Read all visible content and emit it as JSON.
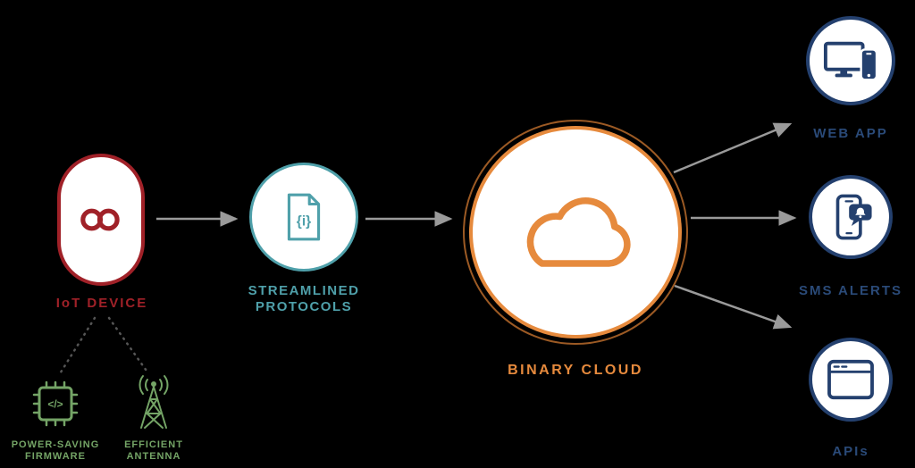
{
  "diagram": {
    "title": "IoT data flow diagram",
    "background": "#000000",
    "colors": {
      "device_red": "#A02128",
      "protocols_teal": "#4FA0AA",
      "cloud_orange": "#E68A3D",
      "cloud_outer_ring": "#9C5A24",
      "endpoint_navy": "#24406E",
      "feature_green": "#74A466",
      "arrow_gray": "#9A9A9A"
    },
    "icons": {
      "iot_device": "infinity-icon",
      "firmware": "chip-icon",
      "antenna": "radio-tower-icon",
      "protocols": "document-icon",
      "cloud": "cloud-icon",
      "web_app": "monitor-phone-icon",
      "sms_alerts": "phone-notification-icon",
      "apis": "browser-window-icon"
    },
    "nodes": {
      "iot_device": {
        "label": "IoT DEVICE"
      },
      "firmware": {
        "label1": "POWER-SAVING",
        "label2": "FIRMWARE",
        "icon_glyph": "</>"
      },
      "antenna": {
        "label1": "EFFICIENT",
        "label2": "ANTENNA"
      },
      "protocols": {
        "label1": "STREAMLINED",
        "label2": "PROTOCOLS",
        "doc_glyph": "{i}"
      },
      "cloud": {
        "label": "BINARY CLOUD"
      },
      "web_app": {
        "label": "WEB APP"
      },
      "sms_alerts": {
        "label": "SMS ALERTS"
      },
      "apis": {
        "label": "APIs"
      }
    }
  }
}
